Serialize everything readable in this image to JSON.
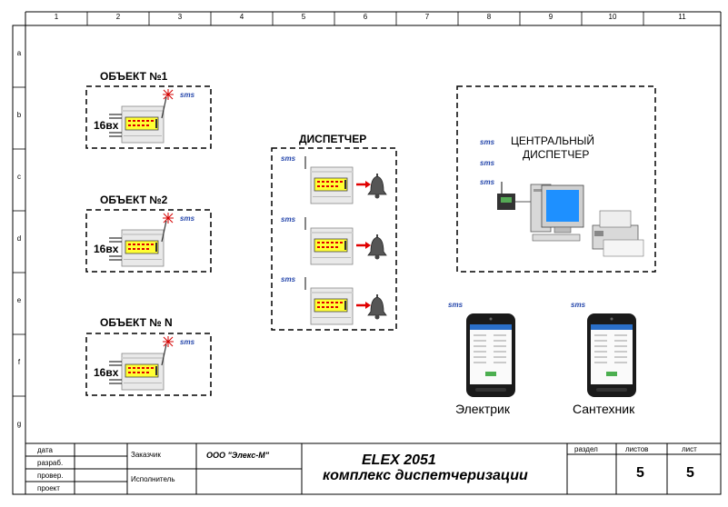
{
  "columns": [
    "1",
    "2",
    "3",
    "4",
    "5",
    "6",
    "7",
    "8",
    "9",
    "10",
    "11"
  ],
  "rows": [
    "a",
    "b",
    "c",
    "d",
    "e",
    "f",
    "g"
  ],
  "objects": [
    {
      "title": "ОБЪЕКТ №1",
      "inputs": "16вх",
      "sms": "sms"
    },
    {
      "title": "ОБЪЕКТ №2",
      "inputs": "16вх",
      "sms": "sms"
    },
    {
      "title": "ОБЪЕКТ № N",
      "inputs": "16вх",
      "sms": "sms"
    }
  ],
  "dispatcher": {
    "title": "ДИСПЕТЧЕР",
    "sms": "sms"
  },
  "central": {
    "title_line1": "ЦЕНТРАЛЬНЫЙ",
    "title_line2": "ДИСПЕТЧЕР",
    "sms": "sms"
  },
  "phones": [
    {
      "label": "Электрик",
      "sms": "sms"
    },
    {
      "label": "Сантехник",
      "sms": "sms"
    }
  ],
  "stamp": {
    "left_labels": [
      "дата",
      "разраб.",
      "провер.",
      "проект"
    ],
    "customer_label": "Заказчик",
    "customer_value": "ООО \"Элекс-М\"",
    "executor_label": "Исполнитель",
    "title_line1": "ELEX 2051",
    "title_line2": "комплекс диспетчеризации",
    "section_label": "раздел",
    "sheets_label": "листов",
    "sheet_label": "лист",
    "sheets_value": "5",
    "sheet_value": "5"
  },
  "colors": {
    "panel": "#e9e9e9",
    "display": "#ffff33",
    "screen": "#1e90ff",
    "arrow": "#e00000",
    "sms": "#2244aa"
  }
}
